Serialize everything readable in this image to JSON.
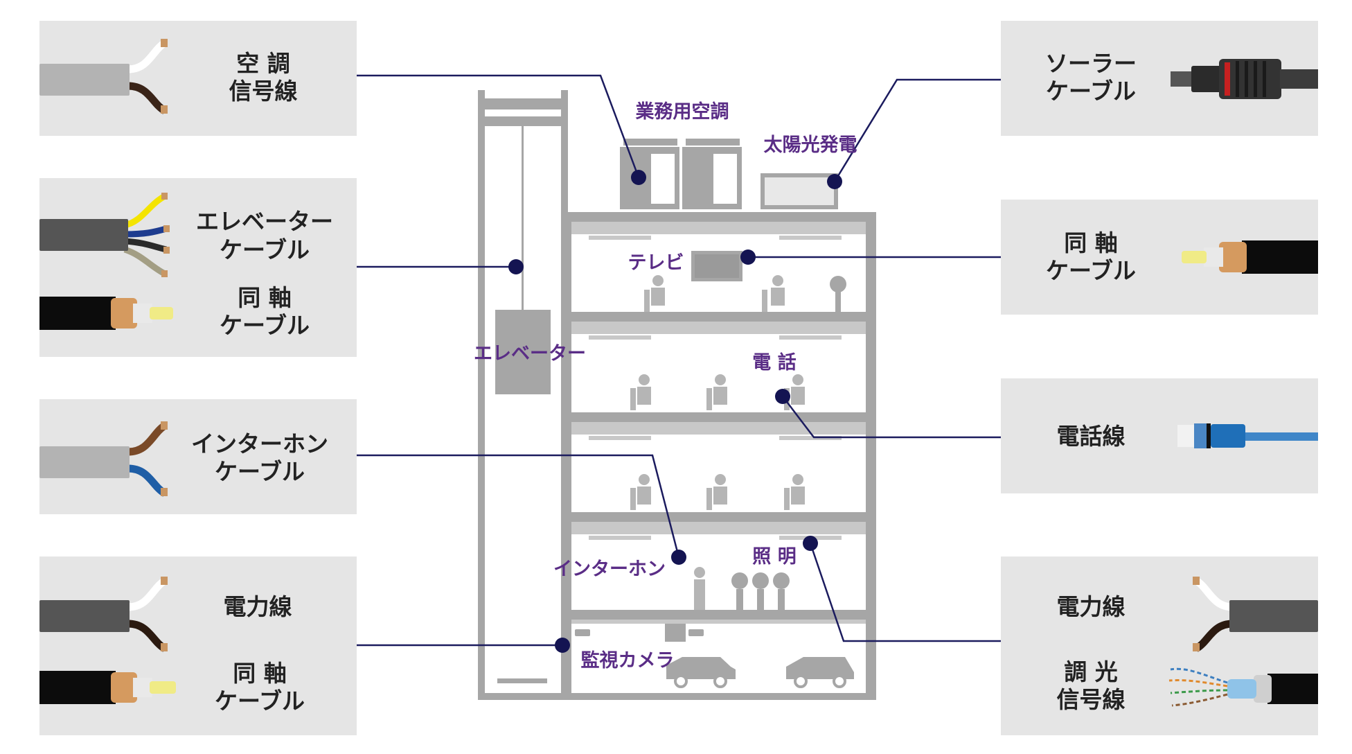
{
  "colors": {
    "panel": "#e5e5e5",
    "building": "#a6a6a6",
    "building_light": "#c8c8c8",
    "connector": "#1b1b5e",
    "place_label": "#5a2d86",
    "cable_label": "#222222"
  },
  "left_panels": [
    {
      "cables": [
        {
          "lines": [
            "空 調",
            "信号線"
          ],
          "icon": "two-core-cable-white-brown-icon"
        }
      ]
    },
    {
      "cables": [
        {
          "lines": [
            "エレベーター",
            "ケーブル"
          ],
          "icon": "multi-core-elevator-cable-icon"
        },
        {
          "lines": [
            "同 軸",
            "ケーブル"
          ],
          "icon": "coaxial-cable-icon"
        }
      ]
    },
    {
      "cables": [
        {
          "lines": [
            "インターホン",
            "ケーブル"
          ],
          "icon": "two-core-cable-brown-blue-icon"
        }
      ]
    },
    {
      "cables": [
        {
          "lines": [
            "電力線"
          ],
          "icon": "power-cable-icon"
        },
        {
          "lines": [
            "同 軸",
            "ケーブル"
          ],
          "icon": "coaxial-cable-icon"
        }
      ]
    }
  ],
  "right_panels": [
    {
      "cables": [
        {
          "lines": [
            "ソーラー",
            "ケーブル"
          ],
          "icon": "solar-connector-cable-icon"
        }
      ]
    },
    {
      "cables": [
        {
          "lines": [
            "同 軸",
            "ケーブル"
          ],
          "icon": "coaxial-cable-icon"
        }
      ]
    },
    {
      "cables": [
        {
          "lines": [
            "電話線"
          ],
          "icon": "telephone-cable-icon"
        }
      ]
    },
    {
      "cables": [
        {
          "lines": [
            "電力線"
          ],
          "icon": "power-cable-icon"
        },
        {
          "lines": [
            "調 光",
            "信号線"
          ],
          "icon": "multi-pair-signal-cable-icon"
        }
      ]
    }
  ],
  "places": {
    "aircon": "業務用空調",
    "solar": "太陽光発電",
    "tv": "テレビ",
    "elevator": "エレベーター",
    "phone": "電 話",
    "lighting": "照 明",
    "intercom": "インターホン",
    "camera": "監視カメラ"
  }
}
